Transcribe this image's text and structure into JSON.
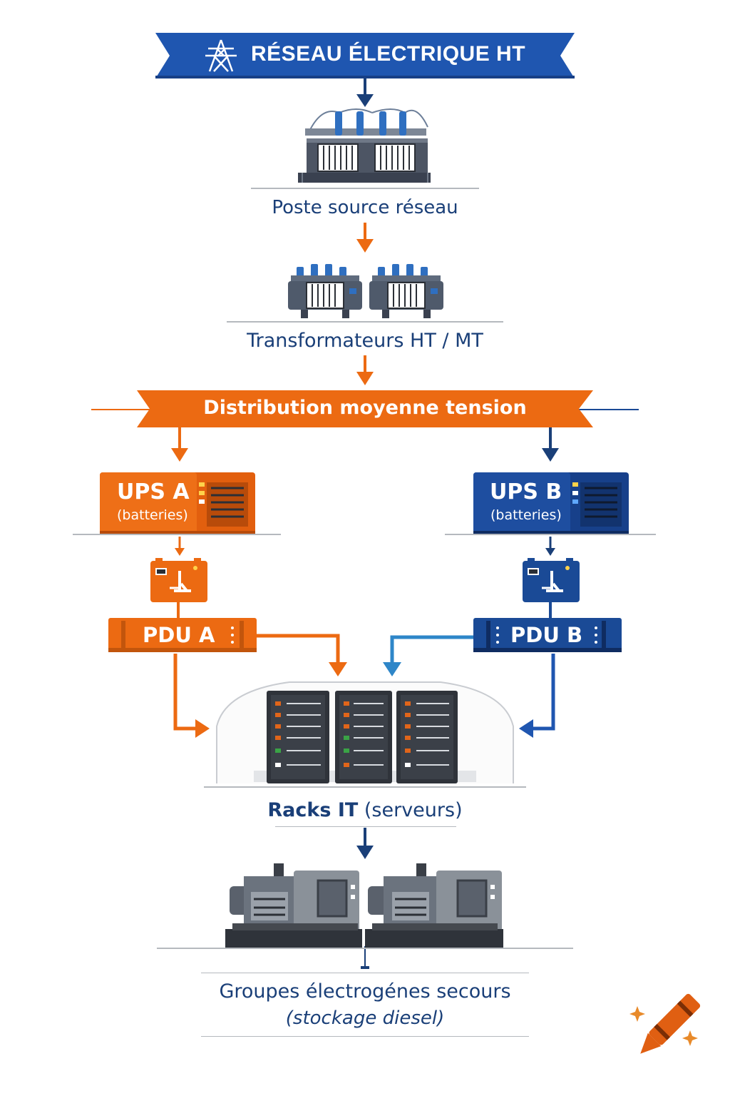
{
  "banner_top": {
    "label": "RÉSEAU ÉLECTRIQUE HT",
    "color": "#1f56b0",
    "icon": "transmission-tower-icon"
  },
  "steps": {
    "substation": "Poste source réseau",
    "transformers": "Transformateurs HT / MT",
    "mv_distribution": "Distribution moyenne tension",
    "racks_title": "Racks IT",
    "racks_sub": "(serveurs)",
    "generators_title": "Groupes électrogénes secours",
    "generators_sub": "(stockage diesel)"
  },
  "branch_a": {
    "ups_label": "UPS A",
    "ups_sub": "(batteries)",
    "pdu_label": "PDU A",
    "color": "#ec6a12"
  },
  "branch_b": {
    "ups_label": "UPS B",
    "ups_sub": "(batteries)",
    "pdu_label": "PDU B",
    "color": "#1a4a96"
  },
  "colors": {
    "navy_text": "#1a3f78",
    "orange": "#ec6a12",
    "blue": "#1f56b0",
    "light_blue": "#2e86c8"
  },
  "watermark_icon": "crayon-icon"
}
